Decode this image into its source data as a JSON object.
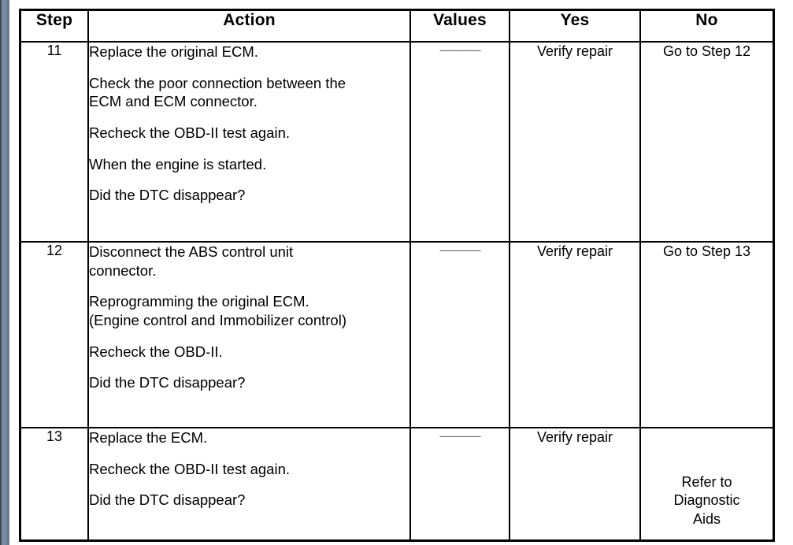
{
  "document": {
    "type": "diagnostic-trouble-code-table",
    "gutter_bar_color": "#6d8099"
  },
  "table": {
    "headers": [
      "Step",
      "Action",
      "Values",
      "Yes",
      "No"
    ],
    "values_dash": "———",
    "rows": [
      {
        "step": "11",
        "action_lines": [
          "Replace the original ECM.",
          "Check the poor connection between the\nECM and ECM connector.",
          "Recheck the OBD-II test again.",
          "When the engine is started.",
          "Did the DTC disappear?"
        ],
        "values": "———",
        "yes": "Verify repair",
        "no": "Go to Step 12"
      },
      {
        "step": "12",
        "action_lines": [
          "Disconnect the ABS control unit\nconnector.",
          "Reprogramming the original ECM.\n(Engine control and Immobilizer control)",
          "Recheck the OBD-II.",
          "Did the DTC disappear?"
        ],
        "values": "———",
        "yes": "Verify repair",
        "no": "Go to Step 13"
      },
      {
        "step": "13",
        "action_lines": [
          "Replace the ECM.",
          "Recheck the OBD-II test again.",
          "Did the DTC disappear?"
        ],
        "values": "———",
        "yes": "Verify repair",
        "no": "Refer to\nDiagnostic\nAids"
      }
    ]
  }
}
